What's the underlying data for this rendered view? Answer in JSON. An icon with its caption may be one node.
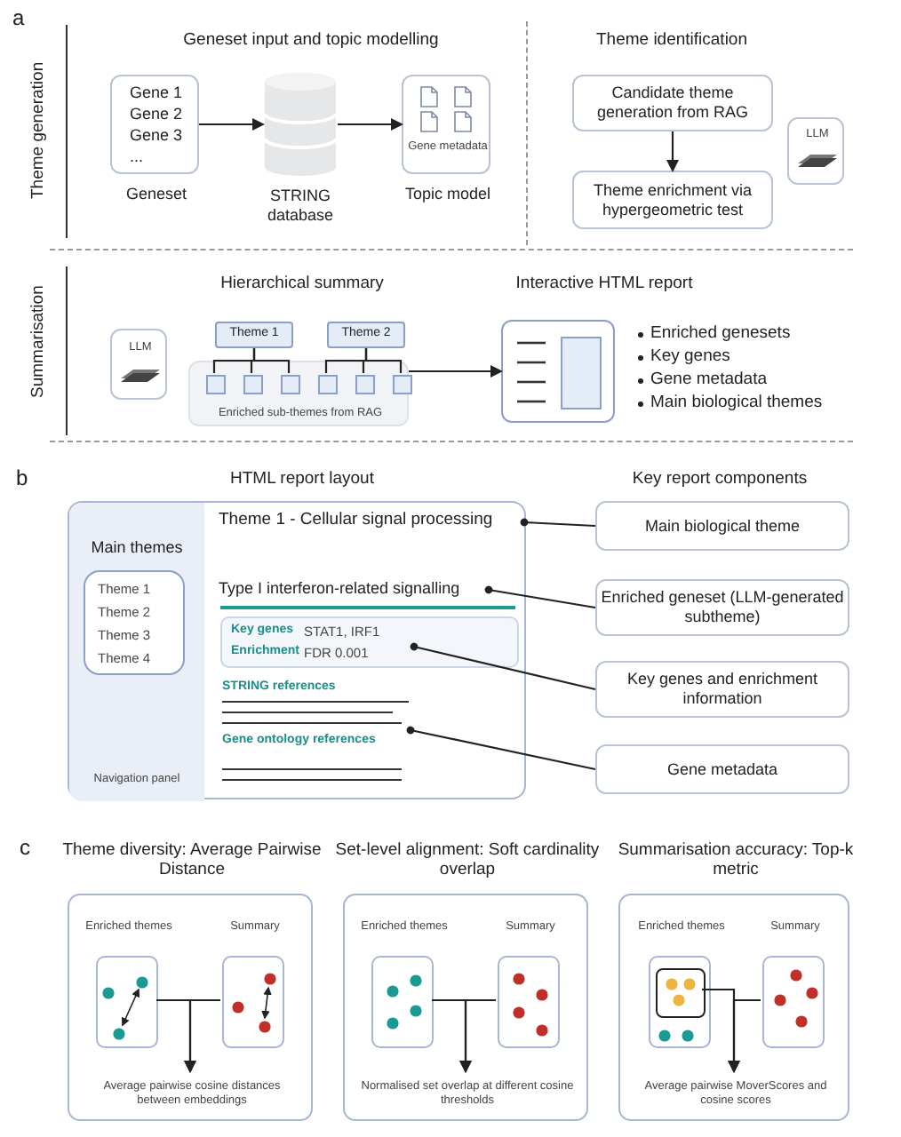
{
  "diagram": {
    "nodes": [
      {
        "text": [
          "Gene 1",
          "Gene 2",
          "Gene 3",
          "..."
        ],
        "beside": [
          "Geneset"
        ]
      },
      {
        "text": [],
        "shape": "cylinder",
        "beside": [
          "STRING database"
        ]
      },
      {
        "text": [
          "Gene metadata"
        ],
        "beside": [
          "Topic model"
        ]
      },
      {
        "text": [
          "Candidate theme generation from RAG"
        ]
      },
      {
        "text": [
          "Theme enrichment via hypergeometric test"
        ]
      },
      {
        "text": [
          "LLM"
        ]
      },
      {
        "text": [
          "LLM"
        ]
      },
      {
        "text": [
          "Theme 1"
        ]
      },
      {
        "text": [
          "Theme 2"
        ]
      },
      {
        "text": [
          "Enriched sub-themes from RAG"
        ]
      },
      {
        "text": [],
        "shape": "box",
        "in": 9
      },
      {
        "text": [],
        "shape": "box",
        "in": 9
      },
      {
        "text": [],
        "shape": "box",
        "in": 9
      },
      {
        "text": [],
        "shape": "box",
        "in": 9
      },
      {
        "text": [],
        "shape": "box",
        "in": 9
      },
      {
        "text": [],
        "shape": "box",
        "in": 9
      },
      {
        "text": [],
        "shape": "box"
      },
      {
        "text": [],
        "shape": "box"
      },
      {
        "text": [
          "Main themes",
          "Navigation panel"
        ],
        "in": 17
      },
      {
        "text": [
          "Theme 1",
          "Theme 2",
          "Theme 3",
          "Theme 4"
        ],
        "in": 18
      },
      {
        "text": [
          "Theme 1 - Cellular signal processing"
        ],
        "in": 17
      },
      {
        "text": [
          "Type I interferon-related signalling"
        ],
        "in": 17
      },
      {
        "text": [
          "Key genes",
          "STAT1, IRF1",
          "Enrichment",
          "FDR 0.001"
        ],
        "in": 17
      },
      {
        "text": [
          "STRING references",
          "Gene ontology references"
        ],
        "in": 17
      },
      {
        "text": [
          "Main biological theme"
        ]
      },
      {
        "text": [
          "Enriched geneset (LLM-generated subtheme)"
        ]
      },
      {
        "text": [
          "Key genes and enrichment information"
        ]
      },
      {
        "text": [
          "Gene metadata"
        ]
      },
      {
        "text": [
          "Theme diversity: Average Pairwise Distance"
        ]
      },
      {
        "text": [
          "Enriched themes"
        ],
        "in": 28
      },
      {
        "text": [
          "Summary"
        ],
        "in": 28
      },
      {
        "text": [
          "Average pairwise cosine distances between embeddings"
        ],
        "in": 28
      },
      {
        "text": [
          "Set-level alignment: Soft cardinality overlap"
        ]
      },
      {
        "text": [
          "Enriched themes"
        ],
        "in": 32
      },
      {
        "text": [
          "Summary"
        ],
        "in": 32
      },
      {
        "text": [
          "Normalised set overlap at different cosine thresholds"
        ],
        "in": 32
      },
      {
        "text": [
          "Summarisation accuracy: Top-k metric"
        ]
      },
      {
        "text": [
          "Enriched themes"
        ],
        "in": 36
      },
      {
        "text": [],
        "shape": "box",
        "in": 37
      },
      {
        "text": [
          "Summary"
        ],
        "in": 36
      },
      {
        "text": [
          "Average pairwise MoverScores and cosine scores"
        ],
        "in": 36
      }
    ],
    "edges": [
      {
        "from": 0,
        "to": 1,
        "arrow": "to"
      },
      {
        "from": 1,
        "to": 2,
        "arrow": "to"
      },
      {
        "from": 3,
        "to": 4,
        "arrow": "to"
      },
      {
        "from": 7,
        "to": 10,
        "arrow": "none"
      },
      {
        "from": 7,
        "to": 11,
        "arrow": "none"
      },
      {
        "from": 7,
        "to": 12,
        "arrow": "none"
      },
      {
        "from": 8,
        "to": 13,
        "arrow": "none"
      },
      {
        "from": 8,
        "to": 14,
        "arrow": "none"
      },
      {
        "from": 8,
        "to": 15,
        "arrow": "none"
      },
      {
        "from": 9,
        "to": 16,
        "arrow": "to"
      },
      {
        "from": 20,
        "to": 24,
        "arrow": "other"
      },
      {
        "from": 21,
        "to": 25,
        "arrow": "other"
      },
      {
        "from": 22,
        "to": 26,
        "arrow": "other"
      },
      {
        "from": 23,
        "to": 27,
        "arrow": "other"
      },
      {
        "from": 29,
        "to": 31,
        "arrow": "to"
      },
      {
        "from": 30,
        "to": 31,
        "arrow": "to"
      },
      {
        "from": 33,
        "to": 35,
        "arrow": "to"
      },
      {
        "from": 34,
        "to": 35,
        "arrow": "to"
      },
      {
        "from": 38,
        "to": 40,
        "arrow": "to"
      },
      {
        "from": 39,
        "to": 40,
        "arrow": "to"
      }
    ],
    "labels": [
      "a",
      "Theme generation",
      "Geneset input and topic modelling",
      "Theme identification",
      "Summarisation",
      "Hierarchical summary",
      "Interactive HTML report",
      "Enriched genesets",
      "Key genes",
      "Gene metadata",
      "Main biological themes",
      "b",
      "HTML report layout",
      "Key report components",
      "c"
    ]
  }
}
